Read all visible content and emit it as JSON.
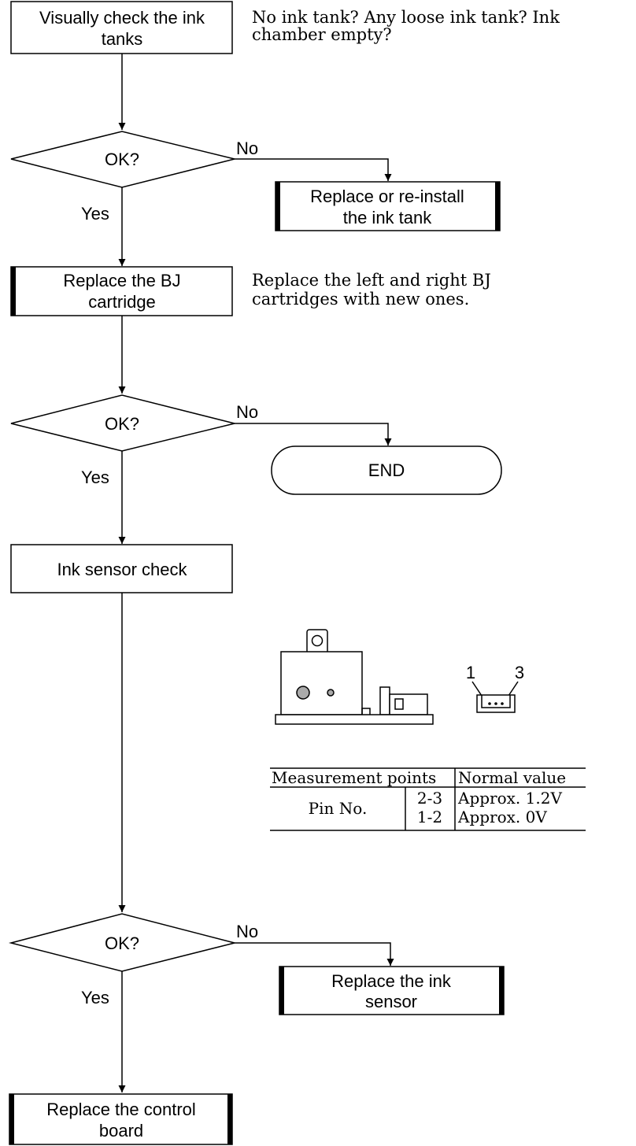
{
  "flow": {
    "step_visual_check": [
      "Visually check the ink",
      "tanks"
    ],
    "note_visual_check": [
      "No ink tank? Any loose ink tank? Ink",
      "chamber empty?"
    ],
    "decision_1": "OK?",
    "decision_1_no": "No",
    "decision_1_yes": "Yes",
    "action_reinstall": [
      "Replace or re-install",
      "the ink tank"
    ],
    "step_replace_bj": [
      "Replace the BJ",
      "cartridge"
    ],
    "note_replace_bj": [
      "Replace the left and right BJ",
      "cartridges with new ones."
    ],
    "decision_2": "OK?",
    "decision_2_no": "No",
    "decision_2_yes": "Yes",
    "terminal_end": "END",
    "step_sensor_check": "Ink sensor check",
    "decision_3": "OK?",
    "decision_3_no": "No",
    "decision_3_yes": "Yes",
    "action_replace_sensor": [
      "Replace the ink",
      "sensor"
    ],
    "step_replace_board": [
      "Replace the control",
      "board"
    ]
  },
  "connector": {
    "pin_left_label": "1",
    "pin_right_label": "3"
  },
  "table": {
    "headers": [
      "Measurement points",
      "Normal value"
    ],
    "row_label": "Pin No.",
    "rows": [
      {
        "pins": "2-3",
        "value": "Approx. 1.2V"
      },
      {
        "pins": "1-2",
        "value": "Approx. 0V"
      }
    ]
  },
  "colors": {
    "line": "#000000",
    "background": "#ffffff",
    "sensor_hole_fill": "#aaaaaa"
  }
}
